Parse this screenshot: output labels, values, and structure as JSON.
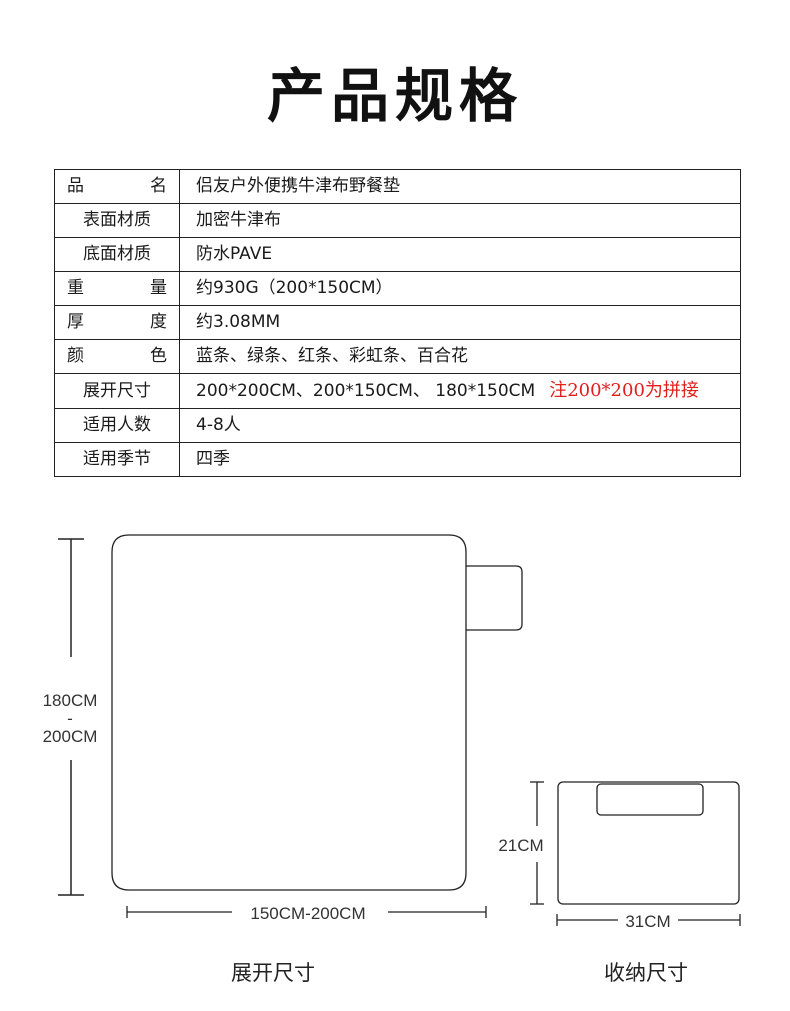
{
  "title": "产品规格",
  "specs": [
    {
      "label": "品名",
      "value": "侣友户外便携牛津布野餐垫",
      "spaced": true
    },
    {
      "label": "表面材质",
      "value": "加密牛津布",
      "spaced": false
    },
    {
      "label": "底面材质",
      "value": "防水PAVE",
      "spaced": false
    },
    {
      "label": "重量",
      "value": "约930G（200*150CM）",
      "spaced": true
    },
    {
      "label": "厚度",
      "value": "约3.08MM",
      "spaced": true
    },
    {
      "label": "颜色",
      "value": "蓝条、绿条、红条、彩虹条、百合花",
      "spaced": true
    },
    {
      "label": "展开尺寸",
      "value": "200*200CM、200*150CM、 180*150CM",
      "note": "注200*200为拼接",
      "spaced": false
    },
    {
      "label": "适用人数",
      "value": "4-8人",
      "spaced": false
    },
    {
      "label": "适用季节",
      "value": "四季",
      "spaced": false
    }
  ],
  "diagram": {
    "unfolded_height": "180CM",
    "unfolded_height_sep": "-",
    "unfolded_height_alt": "200CM",
    "unfolded_width": "150CM-200CM",
    "folded_height": "21CM",
    "folded_width": "31CM",
    "unfolded_caption": "展开尺寸",
    "folded_caption": "收纳尺寸"
  },
  "colors": {
    "note": "#e0201c",
    "border": "#222222"
  }
}
